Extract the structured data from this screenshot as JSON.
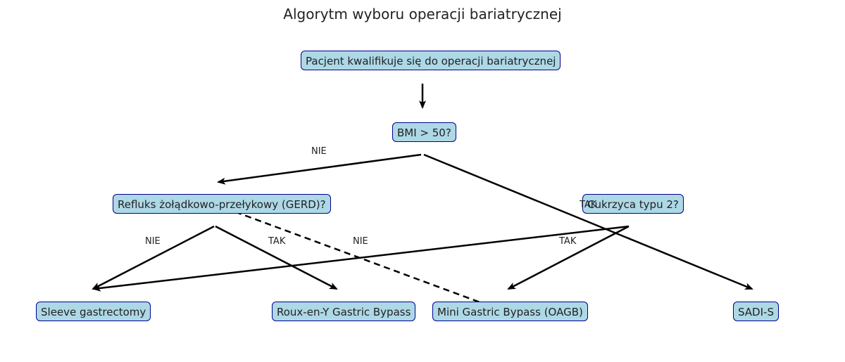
{
  "title": "Algorytm wyboru operacji bariatrycznej",
  "nodes": {
    "start": "Pacjent kwalifikuje się do operacji bariatrycznej",
    "bmi": "BMI > 50?",
    "gerd": "Refluks żołądkowo-przełykowy (GERD)?",
    "diabetes": "Cukrzyca typu 2?",
    "sleeve": "Sleeve gastrectomy",
    "ryg": "Roux-en-Y Gastric Bypass",
    "oagb": "Mini Gastric Bypass (OAGB)",
    "sadi": "SADI-S"
  },
  "edges": [
    {
      "from": "start",
      "to": "bmi",
      "label": "",
      "style": "solid"
    },
    {
      "from": "bmi",
      "to": "gerd",
      "label": "NIE",
      "style": "solid"
    },
    {
      "from": "bmi",
      "to": "sadi",
      "label": "TAK",
      "style": "solid"
    },
    {
      "from": "gerd",
      "to": "sleeve",
      "label": "NIE",
      "style": "solid"
    },
    {
      "from": "gerd",
      "to": "ryg",
      "label": "TAK",
      "style": "solid"
    },
    {
      "from": "gerd",
      "to": "oagb",
      "label": "",
      "style": "dashed"
    },
    {
      "from": "diabetes",
      "to": "sleeve",
      "label": "NIE",
      "style": "solid"
    },
    {
      "from": "diabetes",
      "to": "oagb",
      "label": "TAK",
      "style": "solid"
    }
  ],
  "colors": {
    "node_fill": "#add8e6",
    "node_border": "#00008b",
    "edge": "#000000"
  }
}
